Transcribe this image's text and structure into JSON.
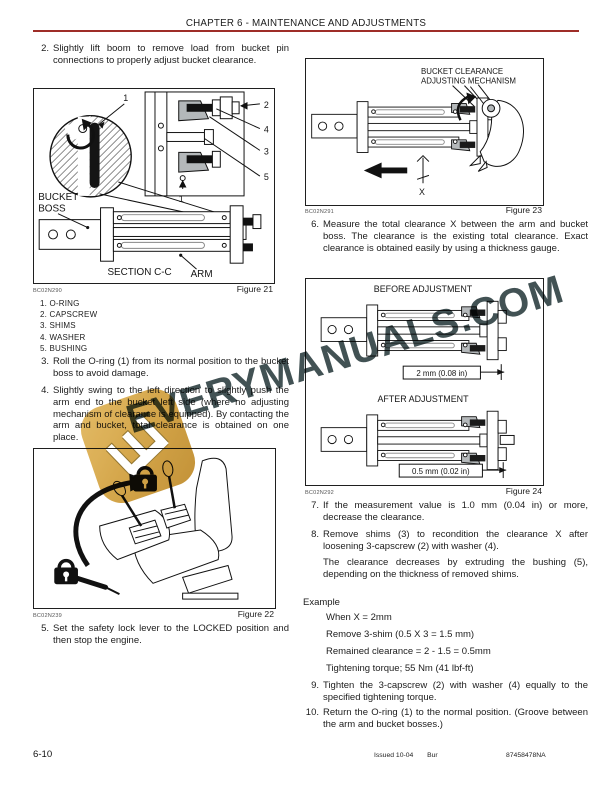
{
  "page": {
    "header_title": "CHAPTER 6 - MAINTENANCE AND ADJUSTMENTS",
    "footer": {
      "page_number": "6-10",
      "issued": "Issued 10-04",
      "revision": "Bur",
      "doc_number": "87458478NA"
    }
  },
  "watermark": {
    "text": "EVERYMANUALS.COM",
    "logo_letter": "E"
  },
  "steps": {
    "s2": {
      "num": "2.",
      "text": "Slightly lift boom to remove load from bucket pin connections to properly adjust bucket clearance."
    },
    "s3": {
      "num": "3.",
      "text": "Roll the O-ring (1) from its normal position to the bucket boss to avoid damage."
    },
    "s4": {
      "num": "4.",
      "text": "Slightly swing to the left direction to slightly push the arm end to the bucket left side (where no adjusting mechanism of clearance is equipped). By contacting the arm and bucket, total clearance is obtained on one place."
    },
    "s5": {
      "num": "5.",
      "text": "Set the safety lock lever to the LOCKED position and then stop the engine."
    },
    "s6": {
      "num": "6.",
      "text": "Measure the total clearance X between the arm and bucket boss. The clearance is the existing total clearance. Exact clearance is obtained easily by using a thickness gauge."
    },
    "s7": {
      "num": "7.",
      "text": "If the measurement value is 1.0 mm (0.04 in) or more, decrease the clearance."
    },
    "s8": {
      "num": "8.",
      "text": "Remove shims (3) to recondition the clearance X after loosening 3-capscrew (2) with washer (4).",
      "text2": "The clearance decreases by extruding the bushing (5), depending on the thickness of removed shims."
    },
    "s9": {
      "num": "9.",
      "text": "Tighten the 3-capscrew (2) with washer (4) equally to the specified tightening torque."
    },
    "s10": {
      "num": "10.",
      "text": "Return the O-ring (1) to the normal position. (Groove between the arm and bucket bosses.)"
    }
  },
  "parts_list": [
    "1. O-RING",
    "2. CAPSCREW",
    "3. SHIMS",
    "4. WASHER",
    "5. BUSHING"
  ],
  "example": {
    "title": "Example",
    "lines": [
      "When X = 2mm",
      "Remove 3-shim (0.5 X 3 = 1.5 mm)",
      "Remained clearance = 2 - 1.5 = 0.5mm",
      "Tightening torque; 55 Nm (41 lbf-ft)"
    ]
  },
  "figures": {
    "fig21": {
      "code": "BC02N290",
      "caption": "Figure 21",
      "labels": {
        "bucket": "BUCKET",
        "boss": "BOSS",
        "section": "SECTION C-C",
        "arm": "ARM"
      },
      "callouts": {
        "oring_top": "1",
        "capscrew": "2",
        "washer": "4",
        "shims": "3",
        "bushing": "5",
        "oring_bottom": "1"
      }
    },
    "fig22": {
      "code": "BC02N239",
      "caption": "Figure 22"
    },
    "fig23": {
      "code": "BC02N291",
      "caption": "Figure 23",
      "label_line1": "BUCKET CLEARANCE",
      "label_line2": "ADJUSTING MECHANISM",
      "dim_label": "X"
    },
    "fig24": {
      "code": "BC02N292",
      "caption": "Figure 24",
      "before_title": "BEFORE ADJUSTMENT",
      "before_dim": "2 mm (0.08 in)",
      "after_title": "AFTER ADJUSTMENT",
      "after_dim": "0.5 mm (0.02 in)"
    }
  }
}
